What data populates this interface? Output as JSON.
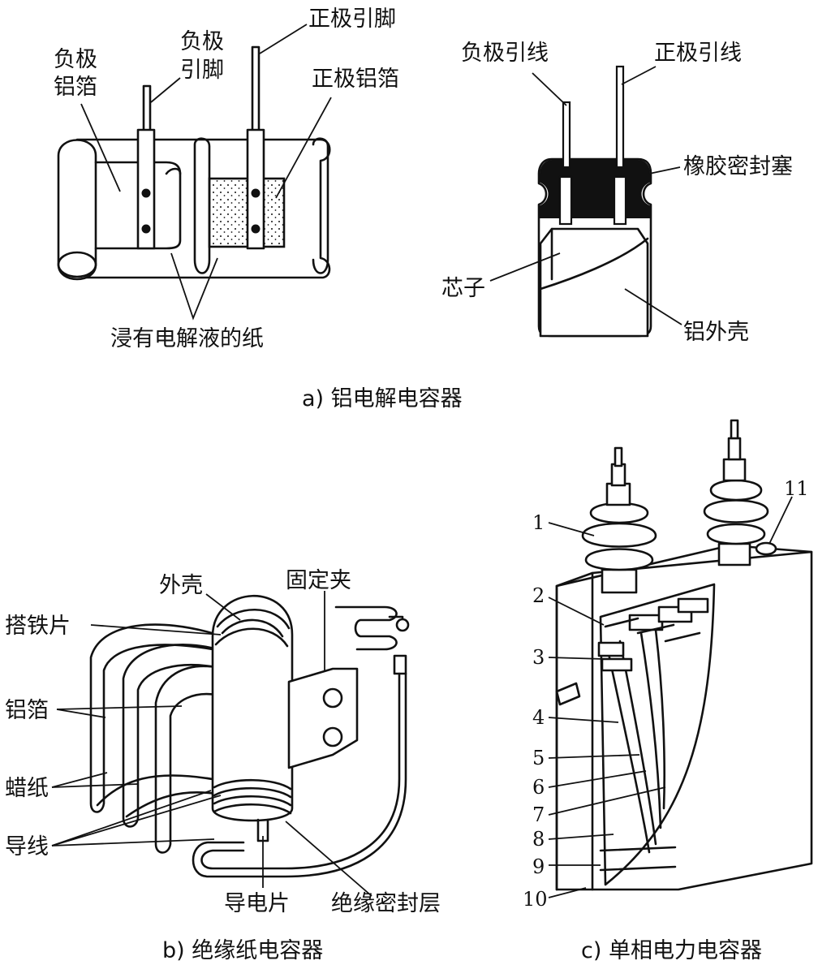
{
  "panel_a": {
    "caption": "a) 铝电解电容器",
    "left": {
      "neg_foil_line1": "负极",
      "neg_foil_line2": "铝箔",
      "neg_pin_line1": "负极",
      "neg_pin_line2": "引脚",
      "pos_pin": "正极引脚",
      "pos_foil": "正极铝箔",
      "paper": "浸有电解液的纸"
    },
    "right": {
      "neg_lead": "负极引线",
      "pos_lead": "正极引线",
      "rubber_plug": "橡胶密封塞",
      "core": "芯子",
      "shell": "铝外壳"
    }
  },
  "panel_b": {
    "caption": "b) 绝缘纸电容器",
    "case": "外壳",
    "clip": "固定夹",
    "tab": "搭铁片",
    "foil": "铝箔",
    "wax_paper": "蜡纸",
    "wire": "导线",
    "conductor": "导电片",
    "seal": "绝缘密封层"
  },
  "panel_c": {
    "caption": "c) 单相电力电容器",
    "numbers": [
      "1",
      "2",
      "3",
      "4",
      "5",
      "6",
      "7",
      "8",
      "9",
      "10",
      "11"
    ]
  }
}
